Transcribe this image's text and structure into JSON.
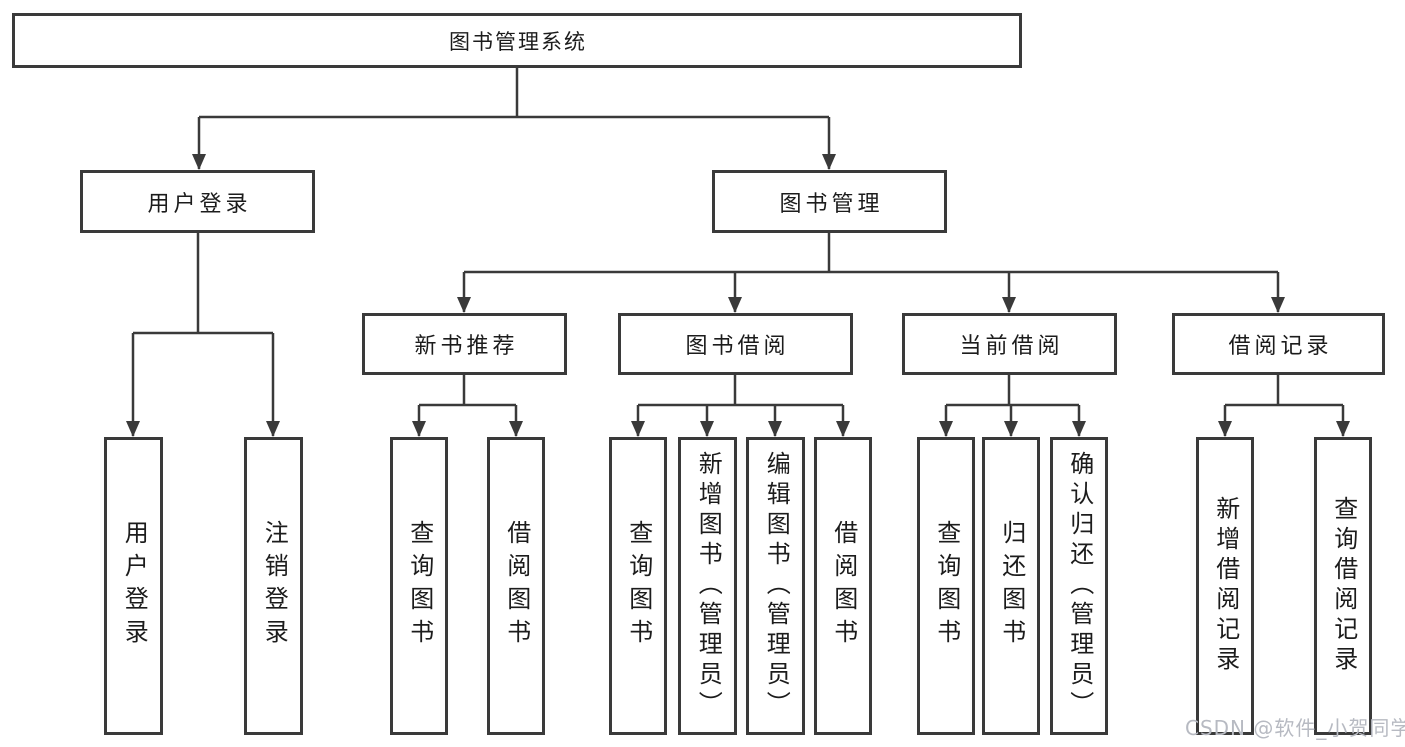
{
  "colors": {
    "background": "#ffffff",
    "box_border": "#3a3a3a",
    "connector_line": "#3a3a3a",
    "text": "#1c1c1c",
    "watermark": "#b7bac2"
  },
  "watermark": {
    "text": "CSDN @软件_小贺同学"
  },
  "tree": {
    "label": "图书管理系统",
    "children": [
      {
        "label": "用户登录",
        "children": [
          {
            "label": "用户登录"
          },
          {
            "label": "注销登录"
          }
        ]
      },
      {
        "label": "图书管理",
        "children": [
          {
            "label": "新书推荐",
            "children": [
              {
                "label": "查询图书"
              },
              {
                "label": "借阅图书"
              }
            ]
          },
          {
            "label": "图书借阅",
            "children": [
              {
                "label": "查询图书"
              },
              {
                "label": "新增图书（管理员）"
              },
              {
                "label": "编辑图书（管理员）"
              },
              {
                "label": "借阅图书"
              }
            ]
          },
          {
            "label": "当前借阅",
            "children": [
              {
                "label": "查询图书"
              },
              {
                "label": "归还图书"
              },
              {
                "label": "确认归还（管理员）"
              }
            ]
          },
          {
            "label": "借阅记录",
            "children": [
              {
                "label": "新增借阅记录"
              },
              {
                "label": "查询借阅记录"
              }
            ]
          }
        ]
      }
    ]
  }
}
